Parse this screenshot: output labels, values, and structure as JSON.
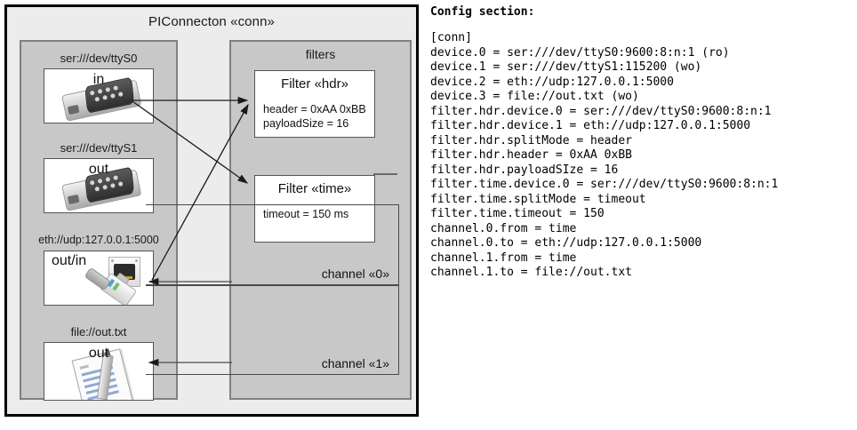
{
  "diagram": {
    "title": "PIConnecton «conn»",
    "left_panel": {
      "name": "devices-panel",
      "devices": [
        {
          "label": "ser:///dev/ttyS0",
          "io": "in",
          "icon": "serial-port-icon"
        },
        {
          "label": "ser:///dev/ttyS1",
          "io": "out",
          "icon": "serial-port-icon"
        },
        {
          "label": "eth://udp:127.0.0.1:5000",
          "io": "out/in",
          "icon": "ethernet-icon"
        },
        {
          "label": "file://out.txt",
          "io": "out",
          "icon": "document-pencil-icon"
        }
      ]
    },
    "filters_panel": {
      "title": "filters",
      "filters": [
        {
          "title": "Filter «hdr»",
          "props": [
            "header = 0xAA 0xBB",
            "payloadSize = 16"
          ]
        },
        {
          "title": "Filter «time»",
          "props": [
            "timeout = 150 ms"
          ]
        }
      ],
      "channels": [
        {
          "label": "channel «0»"
        },
        {
          "label": "channel «1»"
        }
      ]
    },
    "colors": {
      "outer_border": "#000000",
      "outer_bg": "#ececec",
      "panel_bg": "#c8c8c8",
      "panel_border": "#808080",
      "box_bg": "#ffffff",
      "box_border": "#555555",
      "arrow": "#1a1a1a"
    }
  },
  "config": {
    "heading": "Config section:",
    "text": "[conn]\ndevice.0 = ser:///dev/ttyS0:9600:8:n:1 (ro)\ndevice.1 = ser:///dev/ttyS1:115200 (wo)\ndevice.2 = eth://udp:127.0.0.1:5000\ndevice.3 = file://out.txt (wo)\nfilter.hdr.device.0 = ser:///dev/ttyS0:9600:8:n:1\nfilter.hdr.device.1 = eth://udp:127.0.0.1:5000\nfilter.hdr.splitMode = header\nfilter.hdr.header = 0xAA 0xBB\nfilter.hdr.payloadSIze = 16\nfilter.time.device.0 = ser:///dev/ttyS0:9600:8:n:1\nfilter.time.splitMode = timeout\nfilter.time.timeout = 150\nchannel.0.from = time\nchannel.0.to = eth://udp:127.0.0.1:5000\nchannel.1.from = time\nchannel.1.to = file://out.txt"
  }
}
